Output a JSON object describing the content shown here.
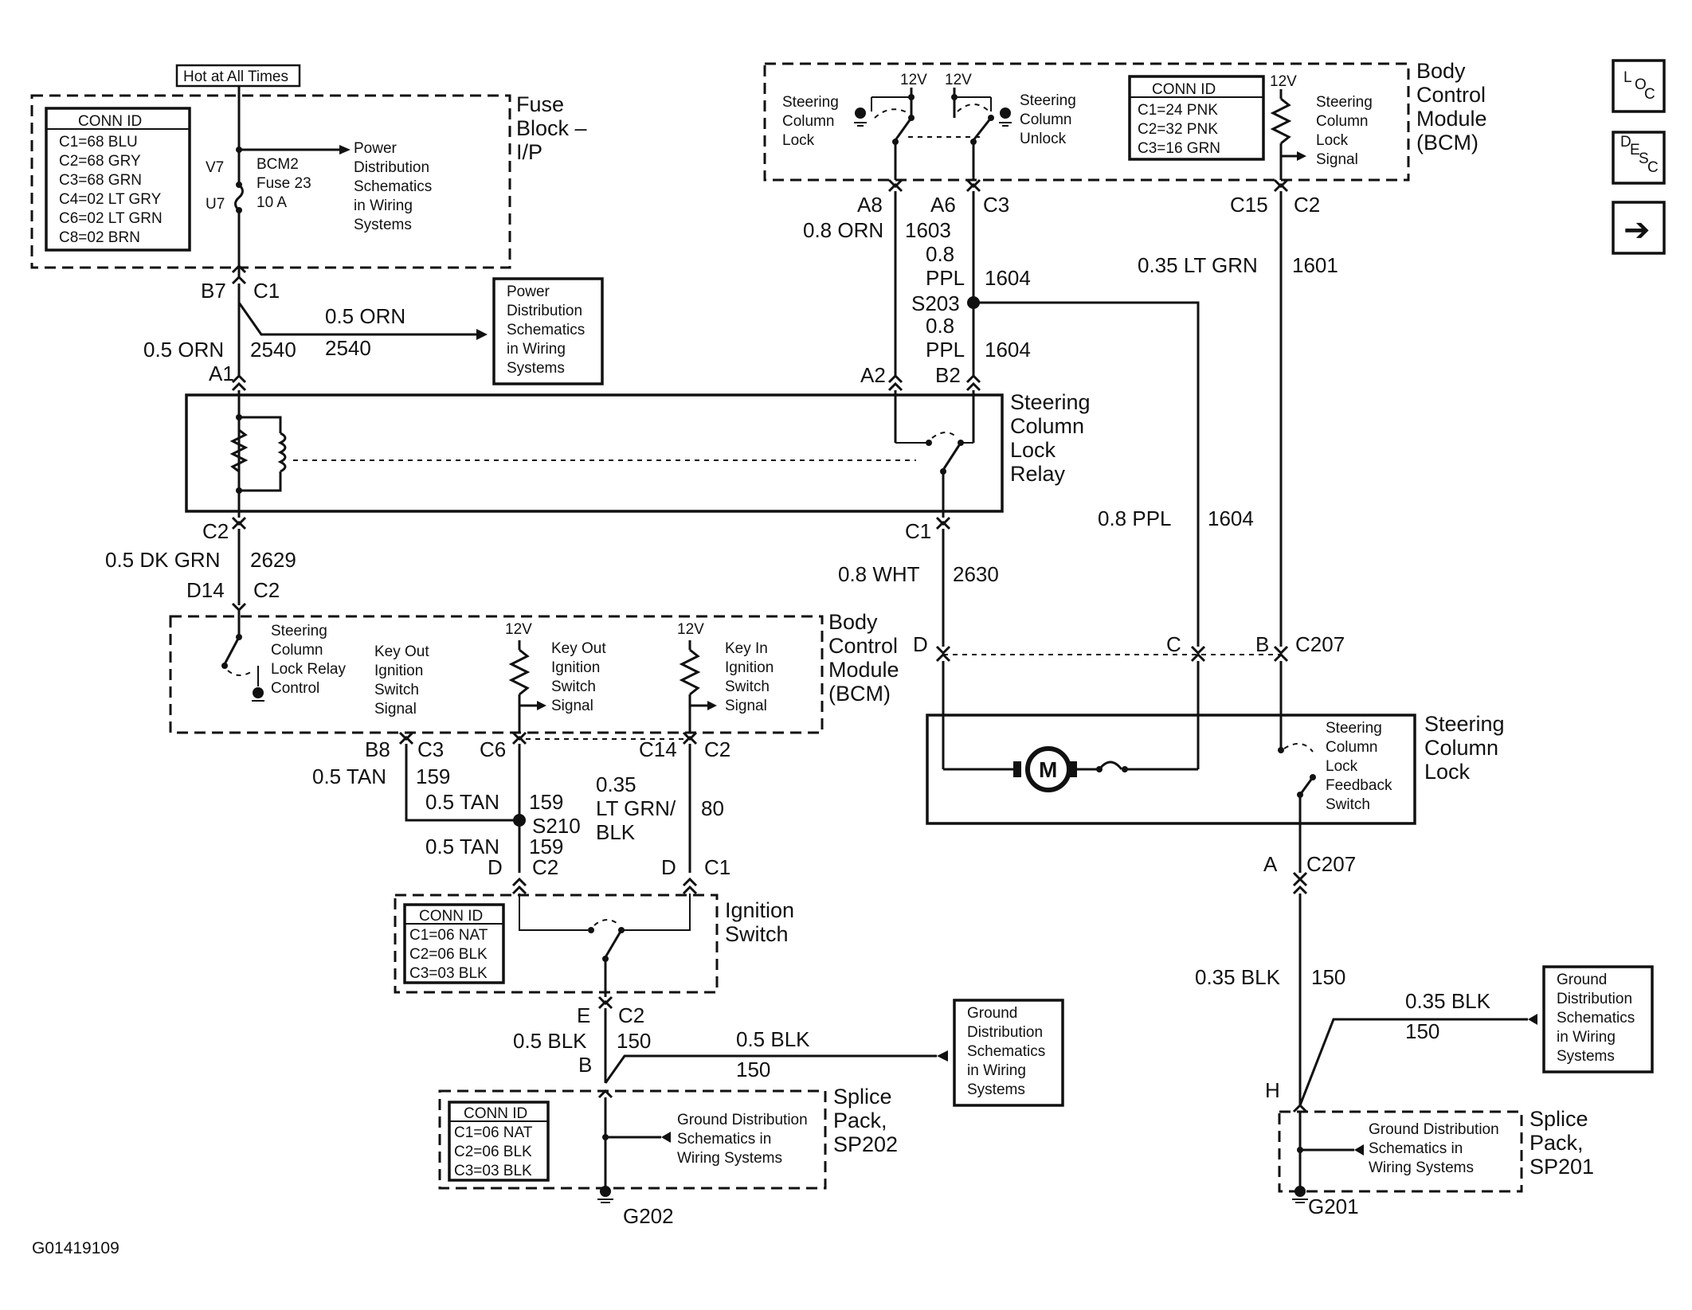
{
  "figure_id": "G01419109",
  "nav": {
    "loc": [
      "L",
      "O",
      "C"
    ],
    "desc": [
      "D",
      "E",
      "S",
      "C"
    ],
    "next": "➔"
  },
  "hot_label": "Hot at All Times",
  "fuse_block": {
    "title": [
      "Fuse",
      "Block –",
      "I/P"
    ],
    "conn_header": "CONN ID",
    "conn": [
      "C1=68 BLU",
      "C2=68 GRY",
      "C3=68 GRN",
      "C4=02 LT GRY",
      "C6=02 LT GRN",
      "C8=02 BRN"
    ],
    "pin_in": "V7",
    "pin_out": "U7",
    "fuse": [
      "BCM2",
      "Fuse 23",
      "10 A"
    ],
    "power_ref": [
      "Power",
      "Distribution",
      "Schematics",
      "in Wiring",
      "Systems"
    ]
  },
  "fuse_out": {
    "pin": "B7",
    "conn": "C1",
    "wire": "0.5 ORN",
    "circuit": "2540",
    "relay_pin": "A1",
    "branch_wire": "0.5 ORN",
    "branch_circuit": "2540",
    "ref": [
      "Power",
      "Distribution",
      "Schematics",
      "in Wiring",
      "Systems"
    ]
  },
  "bcm_top": {
    "title": [
      "Body",
      "Control",
      "Module",
      "(BCM)"
    ],
    "v12": "12V",
    "lock": [
      "Steering",
      "Column",
      "Lock"
    ],
    "unlock": [
      "Steering",
      "Column",
      "Unlock"
    ],
    "signal": [
      "Steering",
      "Column",
      "Lock",
      "Signal"
    ],
    "conn_header": "CONN ID",
    "conn": [
      "C1=24 PNK",
      "C2=32 PNK",
      "C3=16 GRN"
    ]
  },
  "relay_wires": {
    "a8": "A8",
    "a6": "A6",
    "c3": "C3",
    "c15": "C15",
    "c2": "C2",
    "wire_orn": "0.8 ORN",
    "circ_1603": "1603",
    "wire_ppl_a": [
      "0.8",
      "PPL"
    ],
    "circ_1604": "1604",
    "splice": "S203",
    "wire_ppl_b": [
      "0.8",
      "PPL"
    ],
    "a2": "A2",
    "b2": "B2",
    "lt_grn": "0.35 LT GRN",
    "circ_1601": "1601"
  },
  "relay": {
    "title": [
      "Steering",
      "Column",
      "Lock",
      "Relay"
    ]
  },
  "relay_out": {
    "c2": "C2",
    "wire": "0.5 DK GRN",
    "circuit": "2629",
    "d14": "D14",
    "conn": "C2",
    "c1": "C1",
    "wht": "0.8 WHT",
    "circ_2630": "2630",
    "ppl": "0.8 PPL",
    "circ_1604": "1604"
  },
  "bcm_bottom": {
    "title": [
      "Body",
      "Control",
      "Module",
      "(BCM)"
    ],
    "relay_ctrl": [
      "Steering",
      "Column",
      "Lock Relay",
      "Control"
    ],
    "key_out_sig": [
      "Key Out",
      "Ignition",
      "Switch",
      "Signal"
    ],
    "key_out_sw": [
      "Key Out",
      "Ignition",
      "Switch",
      "Signal"
    ],
    "key_in": [
      "Key In",
      "Ignition",
      "Switch",
      "Signal"
    ],
    "v12": "12V"
  },
  "lock_conn": {
    "d": "D",
    "c": "C",
    "b": "B",
    "conn": "C207"
  },
  "steering_lock": {
    "title": [
      "Steering",
      "Column",
      "Lock"
    ],
    "motor": "M",
    "feedback": [
      "Steering",
      "Column",
      "Lock",
      "Feedback",
      "Switch"
    ],
    "a": "A",
    "conn": "C207"
  },
  "ign_wires": {
    "b8": "B8",
    "c3": "C3",
    "c6": "C6",
    "c14": "C14",
    "c2": "C2",
    "tan1": "0.5 TAN",
    "c159a": "159",
    "tan2": "0.5 TAN",
    "c159b": "159",
    "splice": "S210",
    "tan3": "0.5 TAN",
    "c159c": "159",
    "ltgrn": [
      "0.35",
      "LT GRN/",
      "BLK"
    ],
    "c80": "80",
    "d1": "D",
    "c2b": "C2",
    "d2": "D",
    "c1": "C1"
  },
  "ignition": {
    "title": [
      "Ignition",
      "Switch"
    ],
    "conn_header": "CONN ID",
    "conn": [
      "C1=06 NAT",
      "C2=06 BLK",
      "C3=03 BLK"
    ]
  },
  "ign_ground": {
    "e": "E",
    "c2": "C2",
    "blk": "0.5 BLK",
    "c150": "150",
    "b": "B",
    "branch": "0.5 BLK",
    "branch_c": "150",
    "ref": [
      "Ground",
      "Distribution",
      "Schematics",
      "in Wiring",
      "Systems"
    ]
  },
  "sp202": {
    "title": [
      "Splice",
      "Pack,",
      "SP202"
    ],
    "conn_header": "CONN ID",
    "conn": [
      "C1=06 NAT",
      "C2=06 BLK",
      "C3=03 BLK"
    ],
    "ref": [
      "Ground Distribution",
      "Schematics in",
      "Wiring Systems"
    ],
    "ground": "G202"
  },
  "right_ground": {
    "blk": "0.35 BLK",
    "c150": "150",
    "h": "H",
    "branch": "0.35 BLK",
    "branch_c": "150",
    "ref": [
      "Ground",
      "Distribution",
      "Schematics",
      "in Wiring",
      "Systems"
    ]
  },
  "sp201": {
    "title": [
      "Splice",
      "Pack,",
      "SP201"
    ],
    "ref": [
      "Ground Distribution",
      "Schematics in",
      "Wiring Systems"
    ],
    "ground": "G201"
  }
}
